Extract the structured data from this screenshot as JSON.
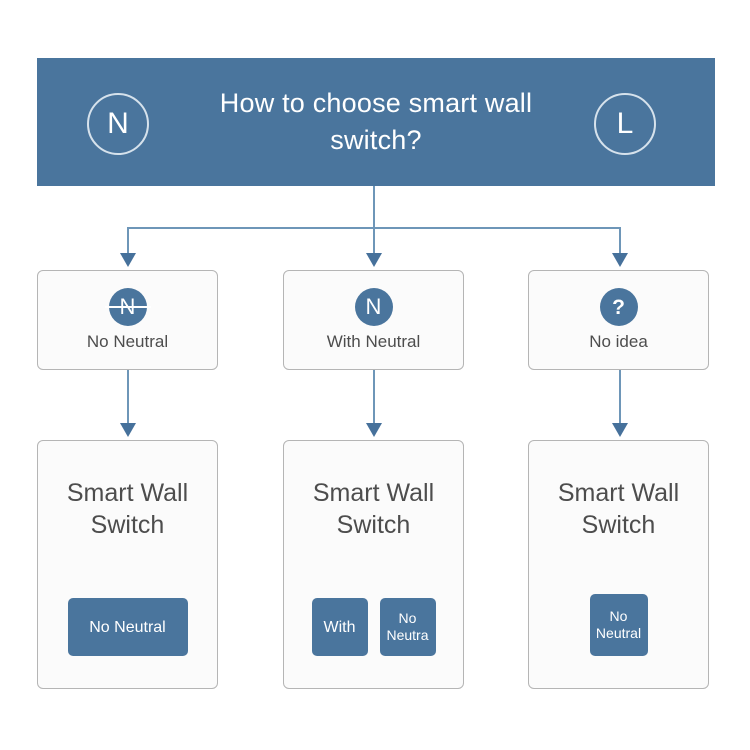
{
  "header": {
    "title": "How to choose smart wall switch?",
    "left_badge": "N",
    "right_badge": "L",
    "background_color": "#4a759d"
  },
  "colors": {
    "accent": "#4a759d",
    "connector": "#6e96b8",
    "arrow": "#46719b",
    "box_border": "#b5b5b5",
    "box_fill": "#fbfbfb",
    "text": "#4d4d4d"
  },
  "options": [
    {
      "icon": "n-strikethrough-icon",
      "glyph": "N",
      "label": "No Neutral"
    },
    {
      "icon": "n-circle-icon",
      "glyph": "N",
      "label": "With Neutral"
    },
    {
      "icon": "question-circle-icon",
      "glyph": "?",
      "label": "No idea"
    }
  ],
  "cards": [
    {
      "title": "Smart Wall Switch",
      "buttons": [
        {
          "label": "No Neutral",
          "style": "wide"
        }
      ]
    },
    {
      "title": "Smart Wall Switch",
      "buttons": [
        {
          "label": "With",
          "style": "sq"
        },
        {
          "label": "No Neutra",
          "style": "sq-sm"
        }
      ]
    },
    {
      "title": "Smart Wall Switch",
      "buttons": [
        {
          "label": "No Neutral",
          "style": "single"
        }
      ]
    }
  ]
}
